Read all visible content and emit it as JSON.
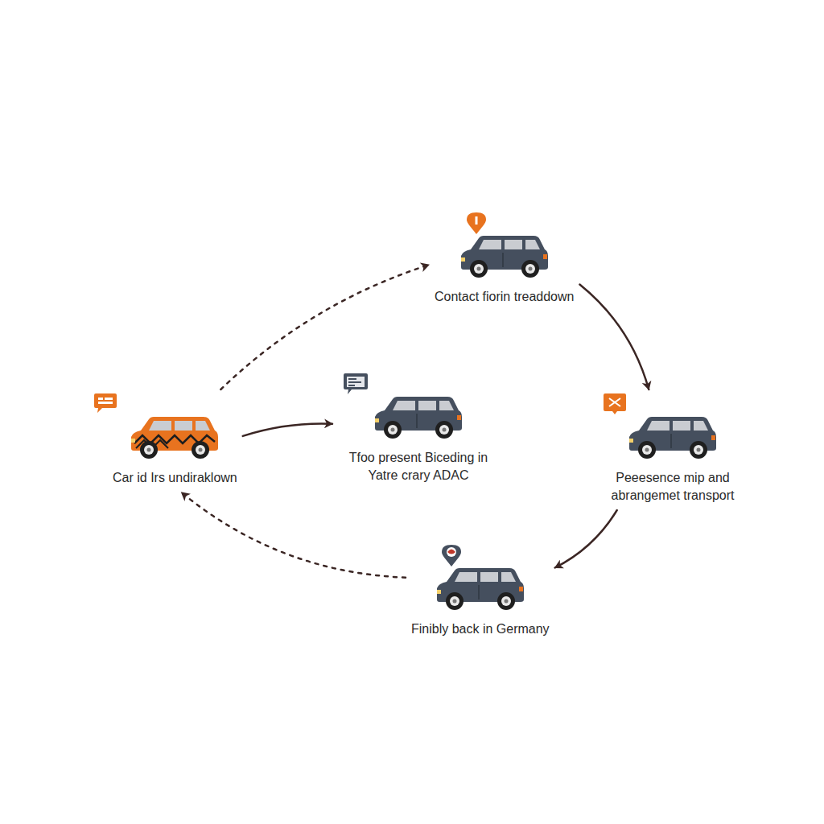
{
  "diagram": {
    "nodes": [
      {
        "text": [
          "Car id Irs undiraklown"
        ]
      },
      {
        "text": [
          "Contact fiorin treaddown"
        ]
      },
      {
        "text": [
          "Tfoo present Biceding in Yatre crary ADAC"
        ]
      },
      {
        "text": [
          "Peeesence mip and abrangemet transport"
        ]
      },
      {
        "text": [
          "Finibly back in Germany"
        ]
      }
    ],
    "edges": [
      {
        "from": 0,
        "to": 2,
        "arrow": "to"
      },
      {
        "from": 0,
        "to": 1,
        "arrow": "to"
      },
      {
        "from": 1,
        "to": 3,
        "arrow": "to"
      },
      {
        "from": 3,
        "to": 4,
        "arrow": "to"
      },
      {
        "from": 4,
        "to": 0,
        "arrow": "to"
      }
    ]
  }
}
